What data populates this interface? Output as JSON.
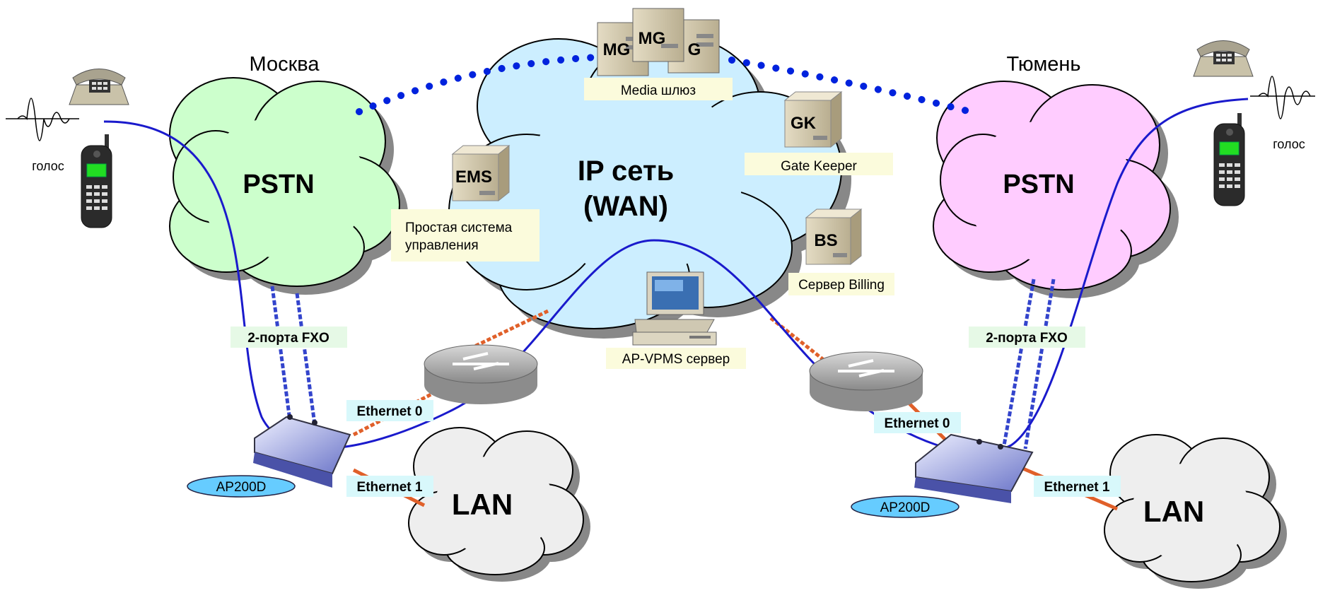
{
  "cities": {
    "left": "Москва",
    "right": "Тюмень"
  },
  "clouds": {
    "pstn_left": "PSTN",
    "pstn_right": "PSTN",
    "ip_line1": "IP сеть",
    "ip_line2": "(WAN)",
    "lan_left": "LAN",
    "lan_right": "LAN"
  },
  "servers": {
    "mg_front": "MG",
    "mg_back": "MG",
    "mg_rear": "G",
    "ems": "EMS",
    "gk": "GK",
    "bs": "BS"
  },
  "labels": {
    "media_gateway": "Media шлюз",
    "gatekeeper": "Gate Keeper",
    "ems_line1": "Простая система",
    "ems_line2": "управления",
    "billing": "Сервер Billing",
    "vpms": "AP-VPMS сервер",
    "fxo_left": "2-порта FXO",
    "fxo_right": "2-порта FXO",
    "eth0_left": "Ethernet 0",
    "eth1_left": "Ethernet 1",
    "eth0_right": "Ethernet 0",
    "eth1_right": "Ethernet 1",
    "ap_left": "AP200D",
    "ap_right": "AP200D",
    "voice_left": "голос",
    "voice_right": "голос"
  },
  "colors": {
    "pstn_left": "#ccffcc",
    "pstn_right": "#ffccff",
    "ip_cloud": "#cceeff",
    "lan": "#eeeeee",
    "voice_path": "#1a1acc",
    "dotted": "#0022dd",
    "ethernet_link": "#e0602a",
    "label_green": "#e6f9e6",
    "label_yellow": "#fbfbdc",
    "label_cyan": "#d8f8fb",
    "device_badge": "#66ccff"
  }
}
